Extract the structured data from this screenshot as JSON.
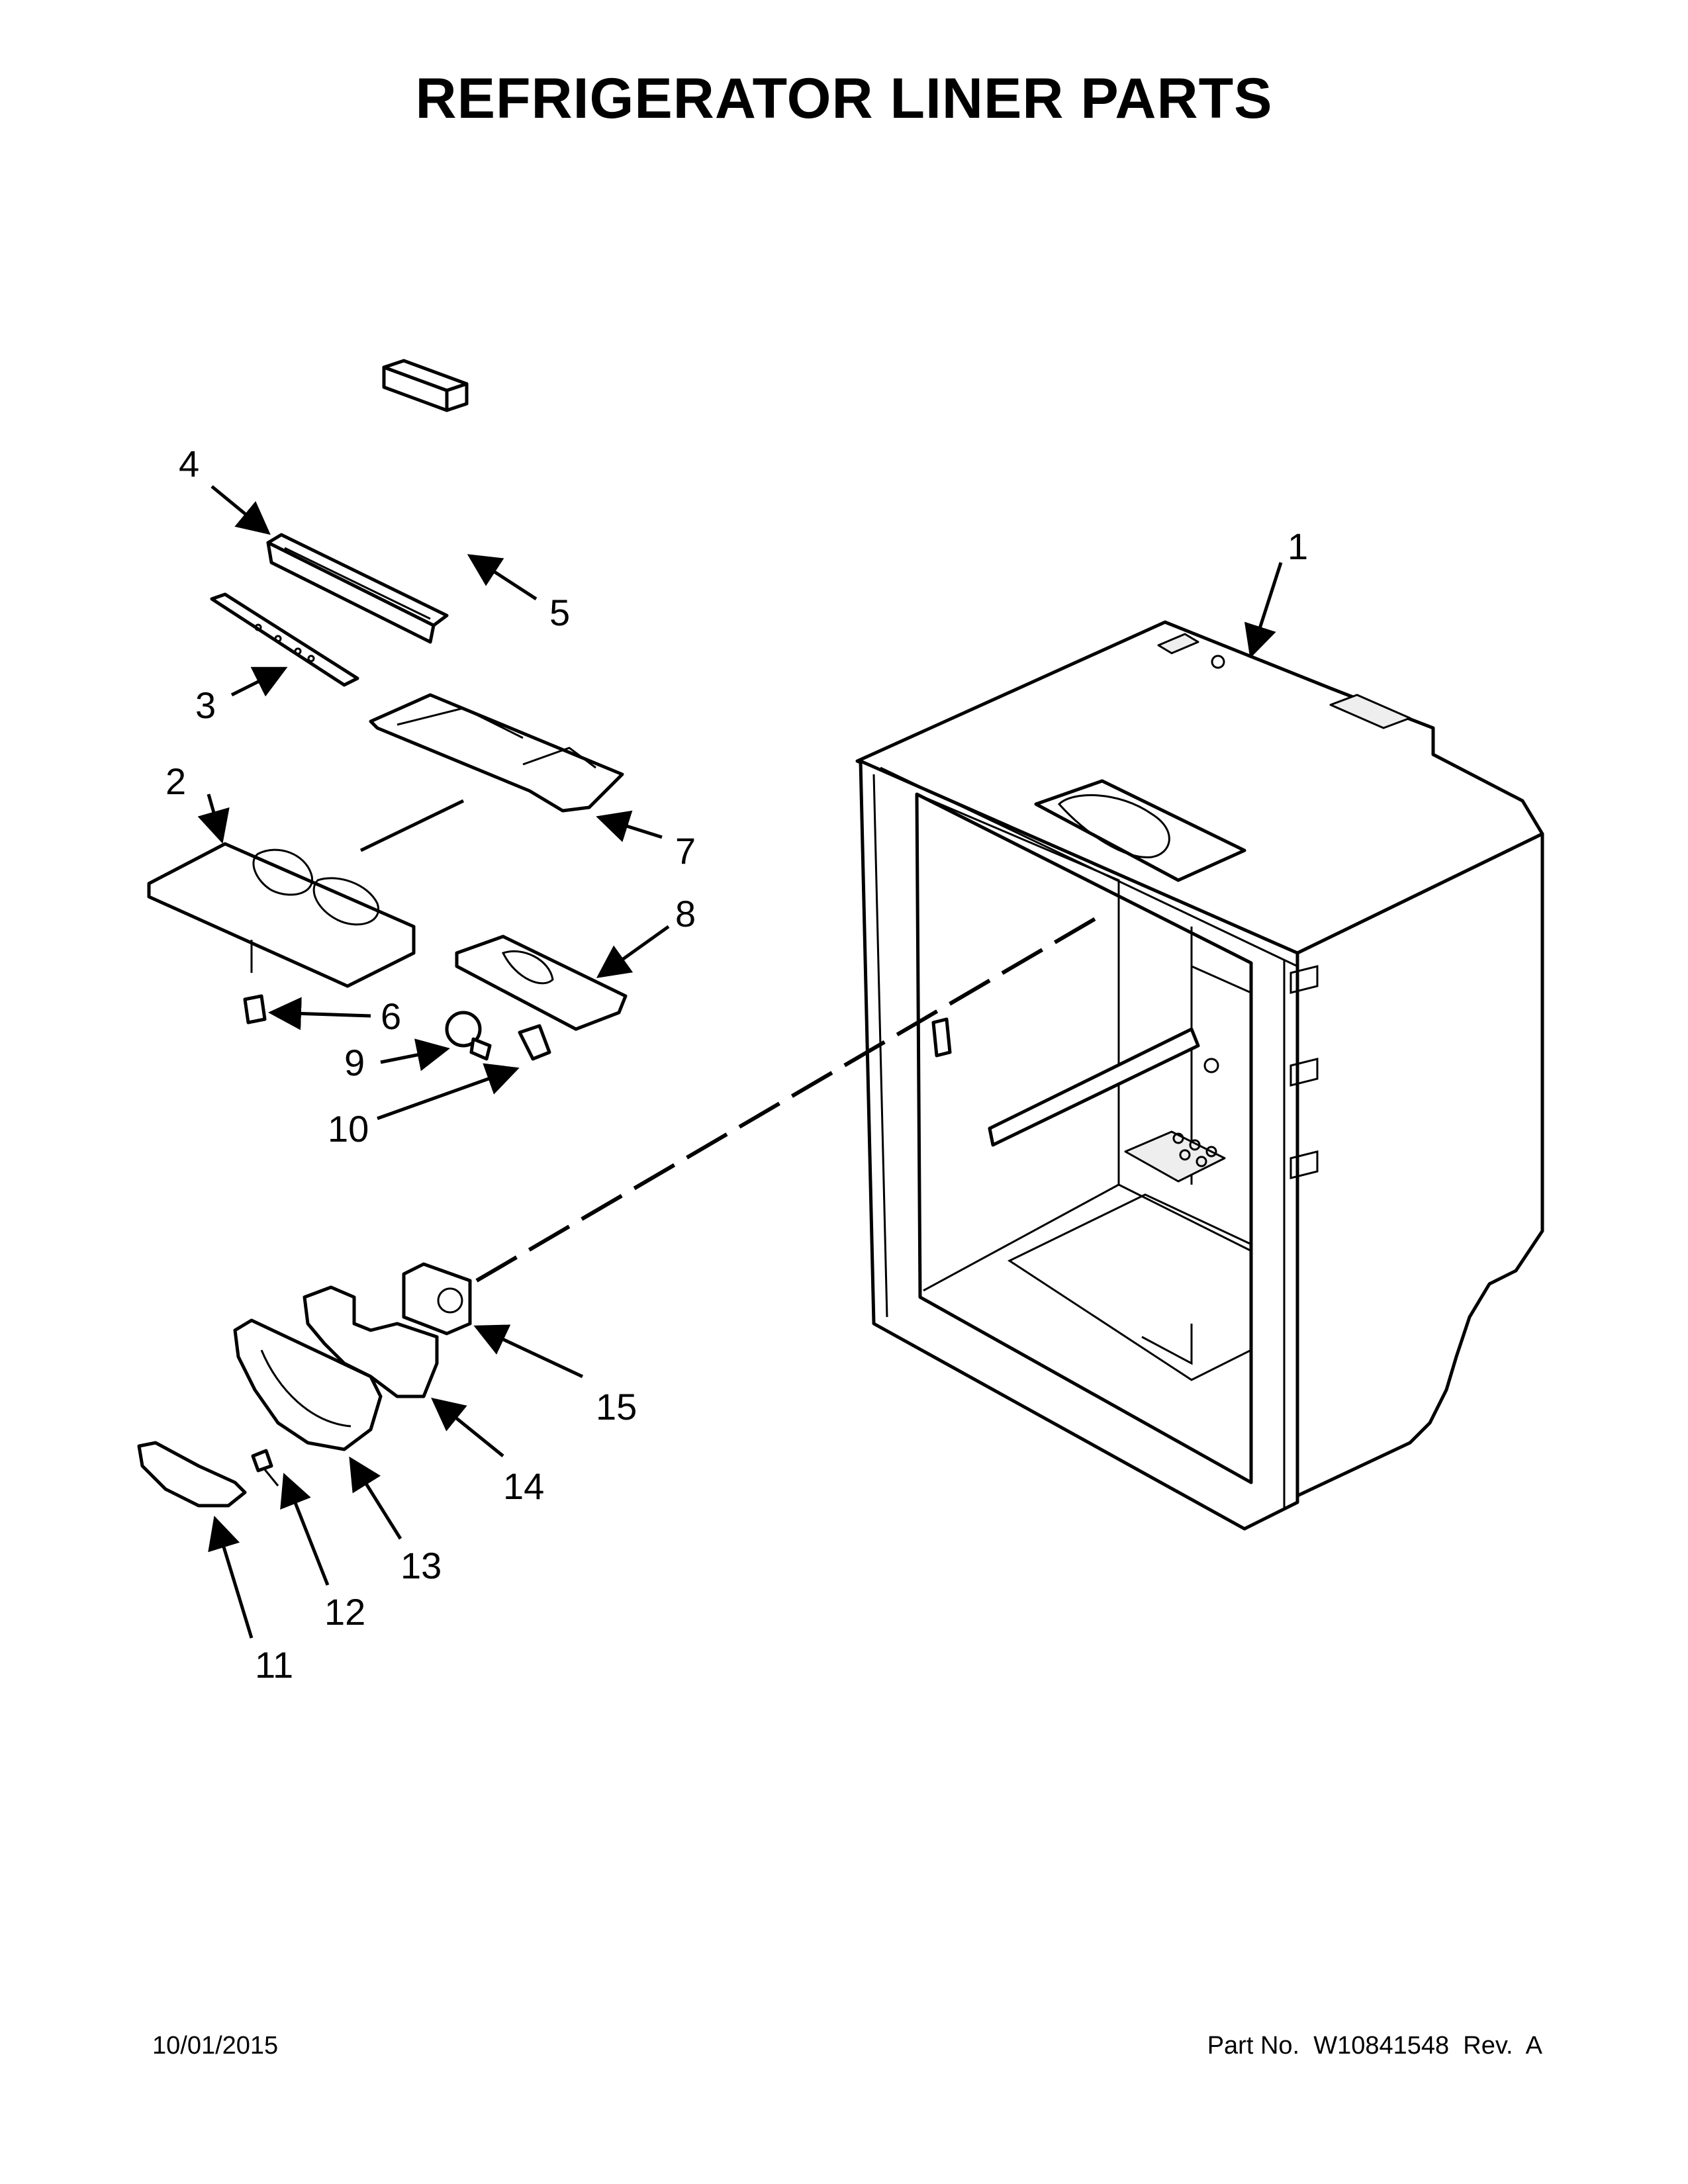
{
  "title": "REFRIGERATOR LINER PARTS",
  "footer": {
    "date": "10/01/2015",
    "part_no_label": "Part No.",
    "part_no": "W10841548",
    "rev_label": "Rev.",
    "rev": "A"
  },
  "callouts": [
    "1",
    "2",
    "3",
    "4",
    "5",
    "6",
    "7",
    "8",
    "9",
    "10",
    "11",
    "12",
    "13",
    "14",
    "15"
  ]
}
